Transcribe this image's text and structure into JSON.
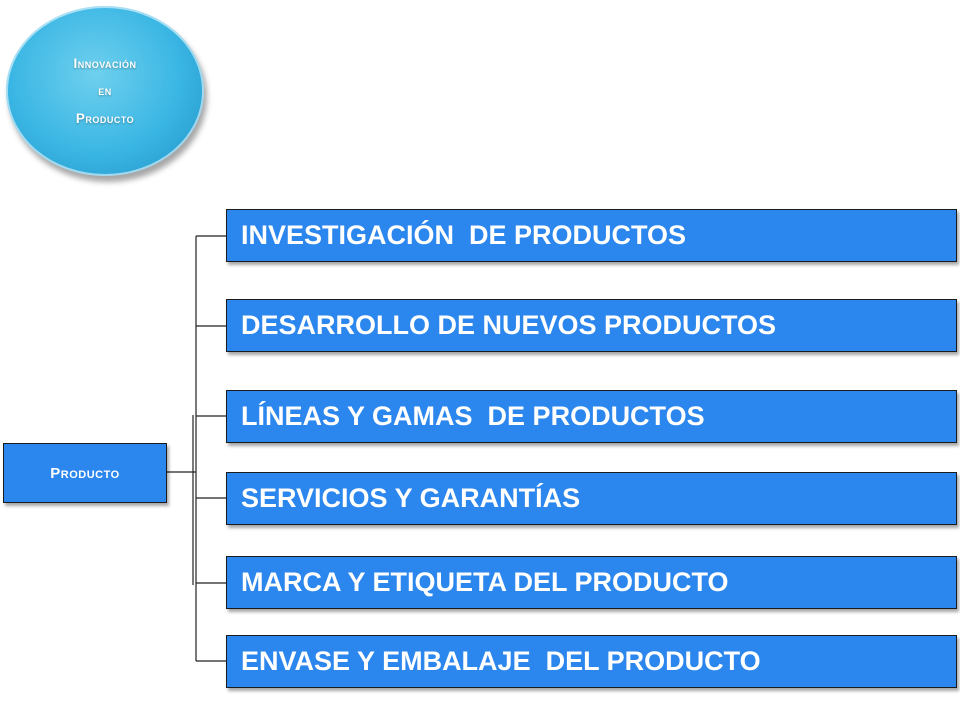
{
  "header": {
    "circle": {
      "line1": "Innovación",
      "line2": "en",
      "line3": "Producto"
    }
  },
  "root": {
    "label": "Producto"
  },
  "branches": [
    {
      "label": "INVESTIGACIÓN  DE PRODUCTOS"
    },
    {
      "label": "DESARROLLO DE NUEVOS PRODUCTOS"
    },
    {
      "label": "LÍNEAS Y GAMAS  DE PRODUCTOS"
    },
    {
      "label": "SERVICIOS Y GARANTÍAS"
    },
    {
      "label": "MARCA Y ETIQUETA DEL PRODUCTO"
    },
    {
      "label": "ENVASE Y EMBALAJE  DEL PRODUCTO"
    }
  ],
  "colors": {
    "box_fill": "#2b86ee",
    "circle_fill": "#3ab6e4",
    "connector": "#222222",
    "text": "#ffffff"
  }
}
